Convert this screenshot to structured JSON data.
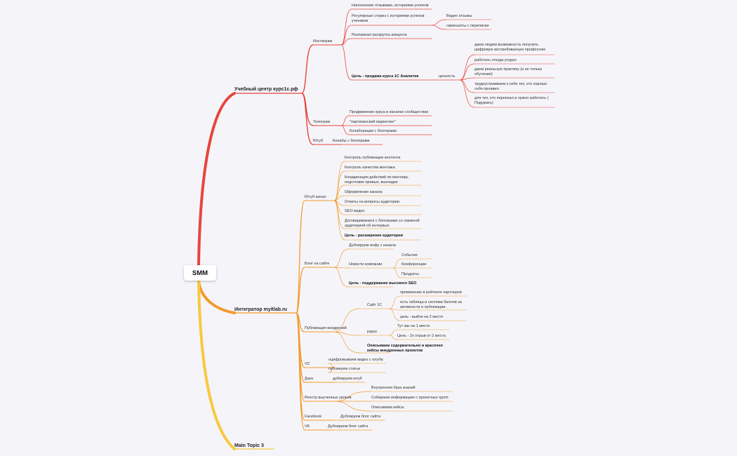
{
  "root": "SMM",
  "colors": {
    "red": "#e8453c",
    "orange": "#f39a2c",
    "yellow": "#f7c93e",
    "background": "#f5f5f9"
  },
  "b1": {
    "title": "Учебный центр курс1с.рф",
    "instagram": {
      "title": "Инстаграм",
      "items": [
        "Наполнение отзывами, историями успехов",
        "Регулярные сториз с историями успехов учеников",
        "Рекламная раскрутка аккаунта",
        "Цель - продажа курса 1С Аналитик"
      ],
      "reviews": [
        "Видео отзывы",
        "скриншоты с переписки"
      ],
      "value_label": "ценность",
      "values": [
        "даем людям возможность получить цифровую востребованную профессию",
        "работать откуда угодно",
        "даем реальную практику (а не только обучение)",
        "трудоустраиваем к себе тех, кто хорошо себя проявил.",
        "для тех, кто переехал и нужно работать ( Подумать)"
      ]
    },
    "telegram": {
      "title": "Телеграм",
      "items": [
        "Продвижение курса в каналах сообществах",
        "\"партизанский маркетинг\"",
        "Колаборации с блогерами"
      ]
    },
    "youtube": {
      "title": "Ютуб",
      "items": [
        "Колабы с блогерами"
      ]
    }
  },
  "b2": {
    "title": "Интегратор myitlab.ru",
    "yt_channel": {
      "title": "Ютуб канал",
      "items": [
        "Контроль публикации контента",
        "Контроль качества монтажа",
        "Координация действий по монтажу, подготовке превью, выкладке",
        "Оформление канала",
        "Ответы на вопросы аудитории",
        "SEO видео",
        "Договариваемся с блогерами со смежной аудиторией об интервью",
        "Цель - расширение аудитории"
      ]
    },
    "blog": {
      "title": "Блог на сайте",
      "items": [
        "Дублируем инфу с канала",
        "Новости компании",
        "Цель - поддержание высокого SEO"
      ],
      "news": [
        "События",
        "Конференции",
        "Продукты"
      ]
    },
    "implementations": {
      "title": "Публикация внедрений",
      "site1c": "Сайт 1С",
      "site1c_items": [
        "провижение в рейтинге партнеров",
        "есть таблица и система баллов за активности и публикации.",
        "цель - выйти на 2 место"
      ],
      "rarus": "рарус",
      "rarus_items": [
        "Тут мы на 1 месте",
        "Цель - 2х отрыв от 2 места"
      ],
      "describe": "Описываем содержательно и красочно кейсы внедренных проектов"
    },
    "vc": {
      "title": "VC",
      "items": [
        "оцифровываем видео с ютуба",
        "публикуем статьи"
      ]
    },
    "dzen": {
      "title": "Дзен",
      "items": [
        "дублируем ютуб"
      ]
    },
    "registry": {
      "title": "Реестр выученных уроков",
      "items": [
        "Внутренняя база знаний",
        "Собираем информацию с проектных групп",
        "Описываем кейсы"
      ]
    },
    "facebook": {
      "title": "Facebook",
      "items": [
        "Дублируем блог сайта"
      ]
    },
    "vk": {
      "title": "VK",
      "items": [
        "Дублируем блог сайта"
      ]
    }
  },
  "b3": {
    "title": "Main Topic 3"
  }
}
